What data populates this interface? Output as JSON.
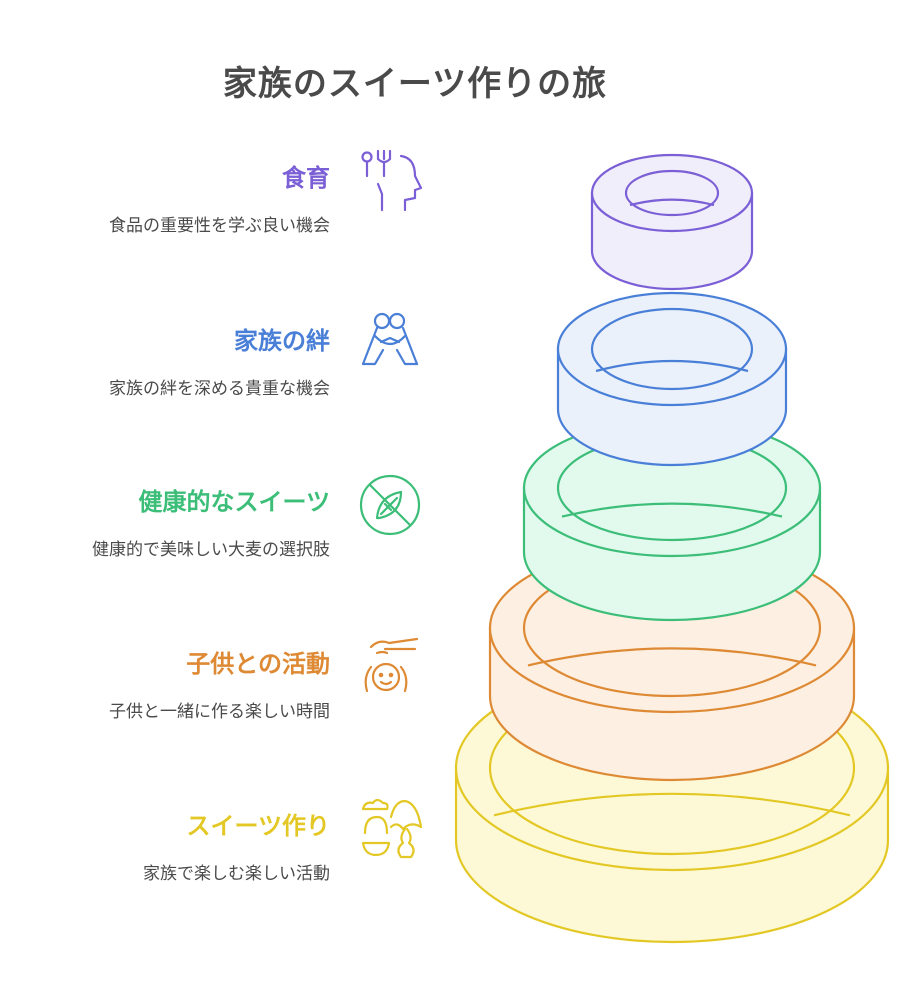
{
  "title": "家族のスイーツ作りの旅",
  "items": [
    {
      "heading": "食育",
      "description": "食品の重要性を学ぶ良い機会",
      "color": "#7b5fd6",
      "fill": "#f0eefb",
      "icon": "spoon-fork-head-icon"
    },
    {
      "heading": "家族の絆",
      "description": "家族の絆を深める貴重な機会",
      "color": "#4a7fd8",
      "fill": "#eaf1fb",
      "icon": "family-hug-icon"
    },
    {
      "heading": "健康的なスイーツ",
      "description": "健康的で美味しい大麦の選択肢",
      "color": "#3cbe79",
      "fill": "#e2f9ee",
      "icon": "no-wheat-icon"
    },
    {
      "heading": "子供との活動",
      "description": "子供と一緒に作る楽しい時間",
      "color": "#de8a35",
      "fill": "#fdefe2",
      "icon": "hand-over-child-icon"
    },
    {
      "heading": "スイーツ作り",
      "description": "家族で楽しむ楽しい活動",
      "color": "#e3c825",
      "fill": "#fdf9d6",
      "icon": "sweets-bowl-icon"
    }
  ]
}
